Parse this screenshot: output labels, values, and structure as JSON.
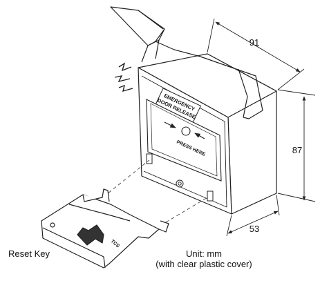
{
  "dimensions": {
    "width_label": "91",
    "height_label": "87",
    "depth_label": "53"
  },
  "device": {
    "sign_line1": "EMERGENCY",
    "sign_line2": "DOOR RELEASE",
    "press_label": "PRESS HERE"
  },
  "reset_key": {
    "imprint": "TCS"
  },
  "captions": {
    "reset_key": "Reset Key",
    "unit_line1": "Unit: mm",
    "unit_line2": "(with clear plastic cover)"
  }
}
